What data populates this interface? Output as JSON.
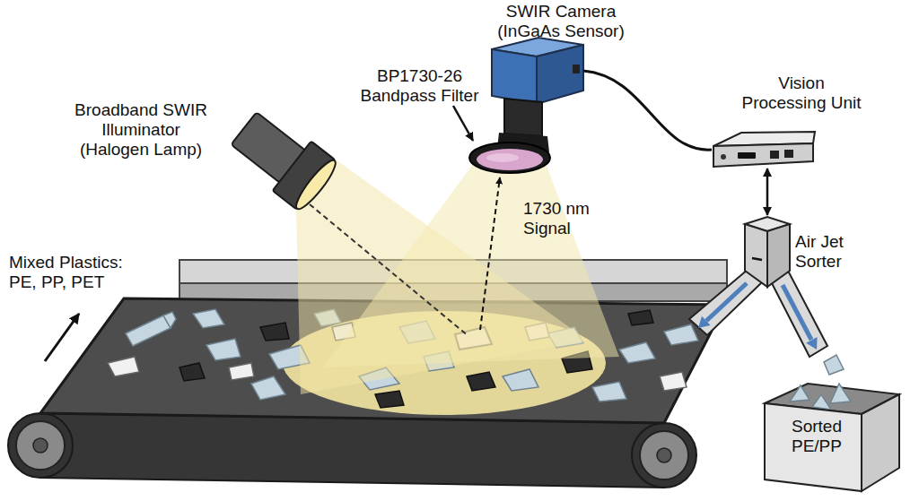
{
  "diagram": {
    "nodes": [
      {
        "text": [
          "SWIR Camera (InGaAs Sensor)"
        ]
      },
      {
        "text": [
          "BP1730-26 Bandpass Filter"
        ]
      },
      {
        "text": [
          "Broadband SWIR Illuminator (Halogen Lamp)"
        ]
      },
      {
        "text": [
          "Vision Processing Unit"
        ]
      },
      {
        "text": [
          "Air Jet Sorter"
        ]
      },
      {
        "text": [
          "Sorted PE/PP"
        ]
      }
    ],
    "edges": [
      {
        "from": 0,
        "to": 3,
        "arrow": "none"
      },
      {
        "from": 3,
        "to": 4,
        "arrow": "both"
      }
    ],
    "labels": [
      "1730 nm Signal",
      "Mixed Plastics: PE, PP, PET"
    ]
  }
}
